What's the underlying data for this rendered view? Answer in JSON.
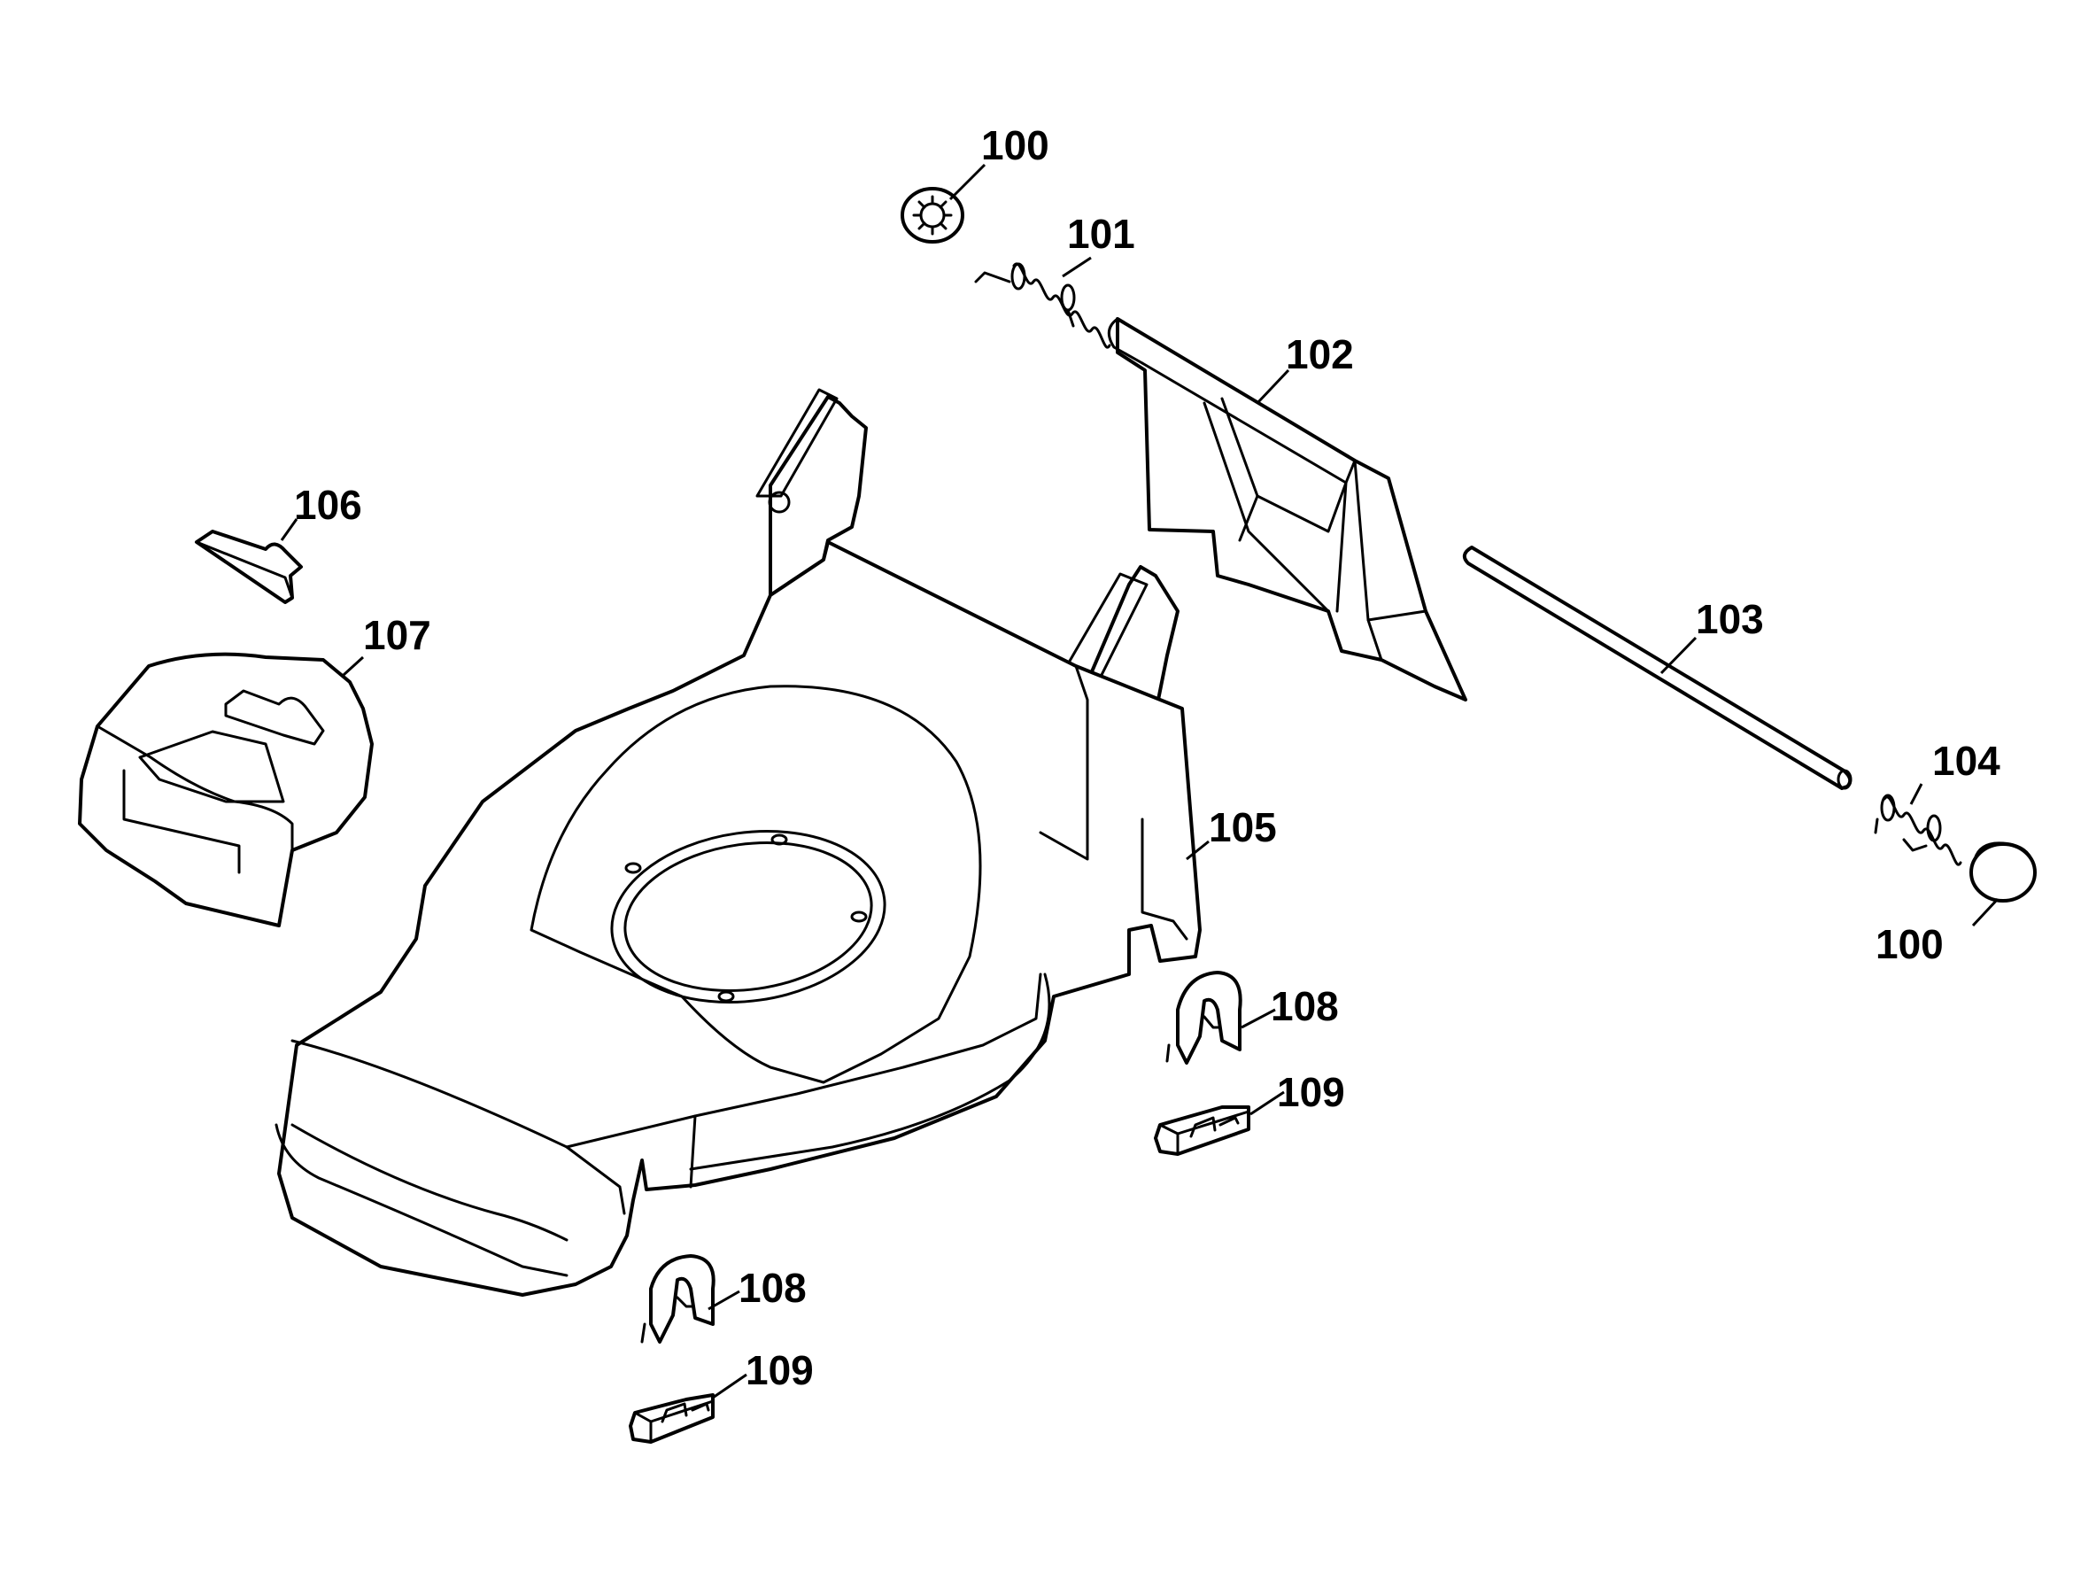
{
  "diagram": {
    "callouts": {
      "c100a": "100",
      "c101": "101",
      "c102": "102",
      "c103": "103",
      "c104": "104",
      "c100b": "100",
      "c105": "105",
      "c106": "106",
      "c107": "107",
      "c108a": "108",
      "c109a": "109",
      "c108b": "108",
      "c109b": "109"
    }
  }
}
